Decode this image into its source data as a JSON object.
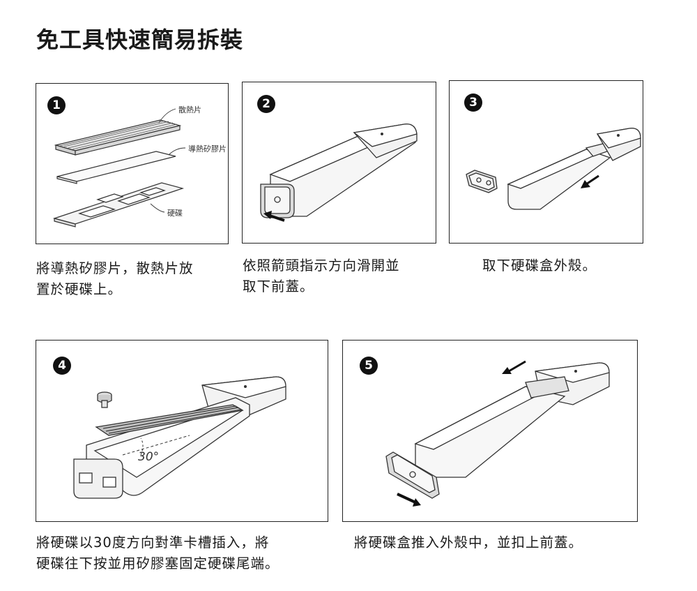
{
  "title": "免工具快速簡易拆裝",
  "steps": [
    {
      "number": "1",
      "labels": [
        "散熱片",
        "導熱矽膠片",
        "硬碟"
      ],
      "caption_lines": [
        "將導熱矽膠片，散熱片放",
        "置於硬碟上。"
      ]
    },
    {
      "number": "2",
      "caption_lines": [
        "依照箭頭指示方向滑開並",
        "取下前蓋。"
      ]
    },
    {
      "number": "3",
      "caption_lines": [
        "取下硬碟盒外殼。"
      ]
    },
    {
      "number": "4",
      "angle_label": "30°",
      "caption_lines": [
        "將硬碟以30度方向對準卡槽插入，將",
        "硬碟往下按並用矽膠塞固定硬碟尾端。"
      ]
    },
    {
      "number": "5",
      "caption_lines": [
        "將硬碟盒推入外殼中，並扣上前蓋。"
      ]
    }
  ]
}
